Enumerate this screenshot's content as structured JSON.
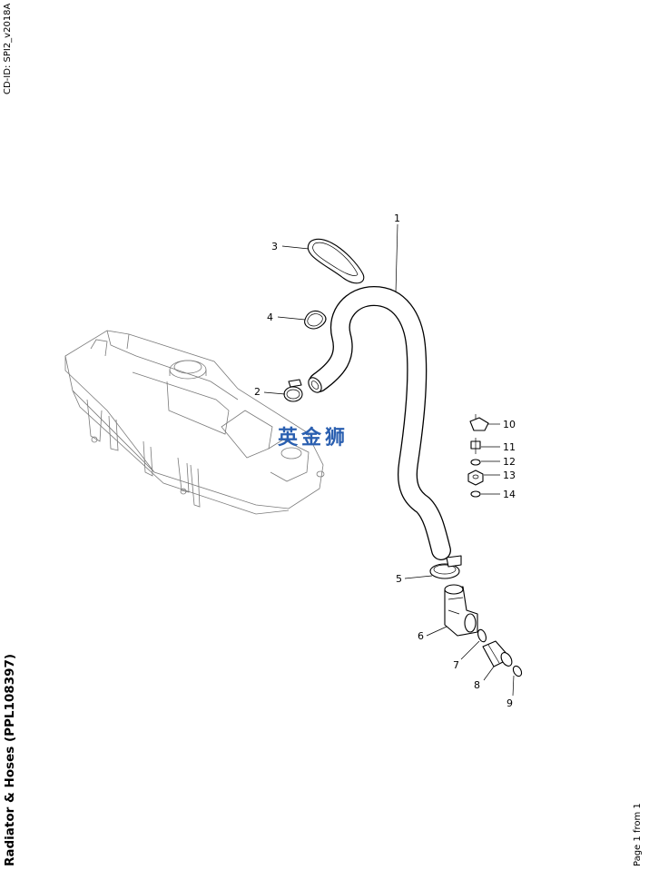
{
  "header": {
    "cd_id": "CD-ID: SPI2_v2018A"
  },
  "title": "Radiator & Hoses (PPL108397)",
  "footer": {
    "page": "Page 1 from 1"
  },
  "watermark": "英金狮",
  "callouts": [
    "1",
    "2",
    "3",
    "4",
    "5",
    "6",
    "7",
    "8",
    "9",
    "10",
    "11",
    "12",
    "13",
    "14"
  ]
}
